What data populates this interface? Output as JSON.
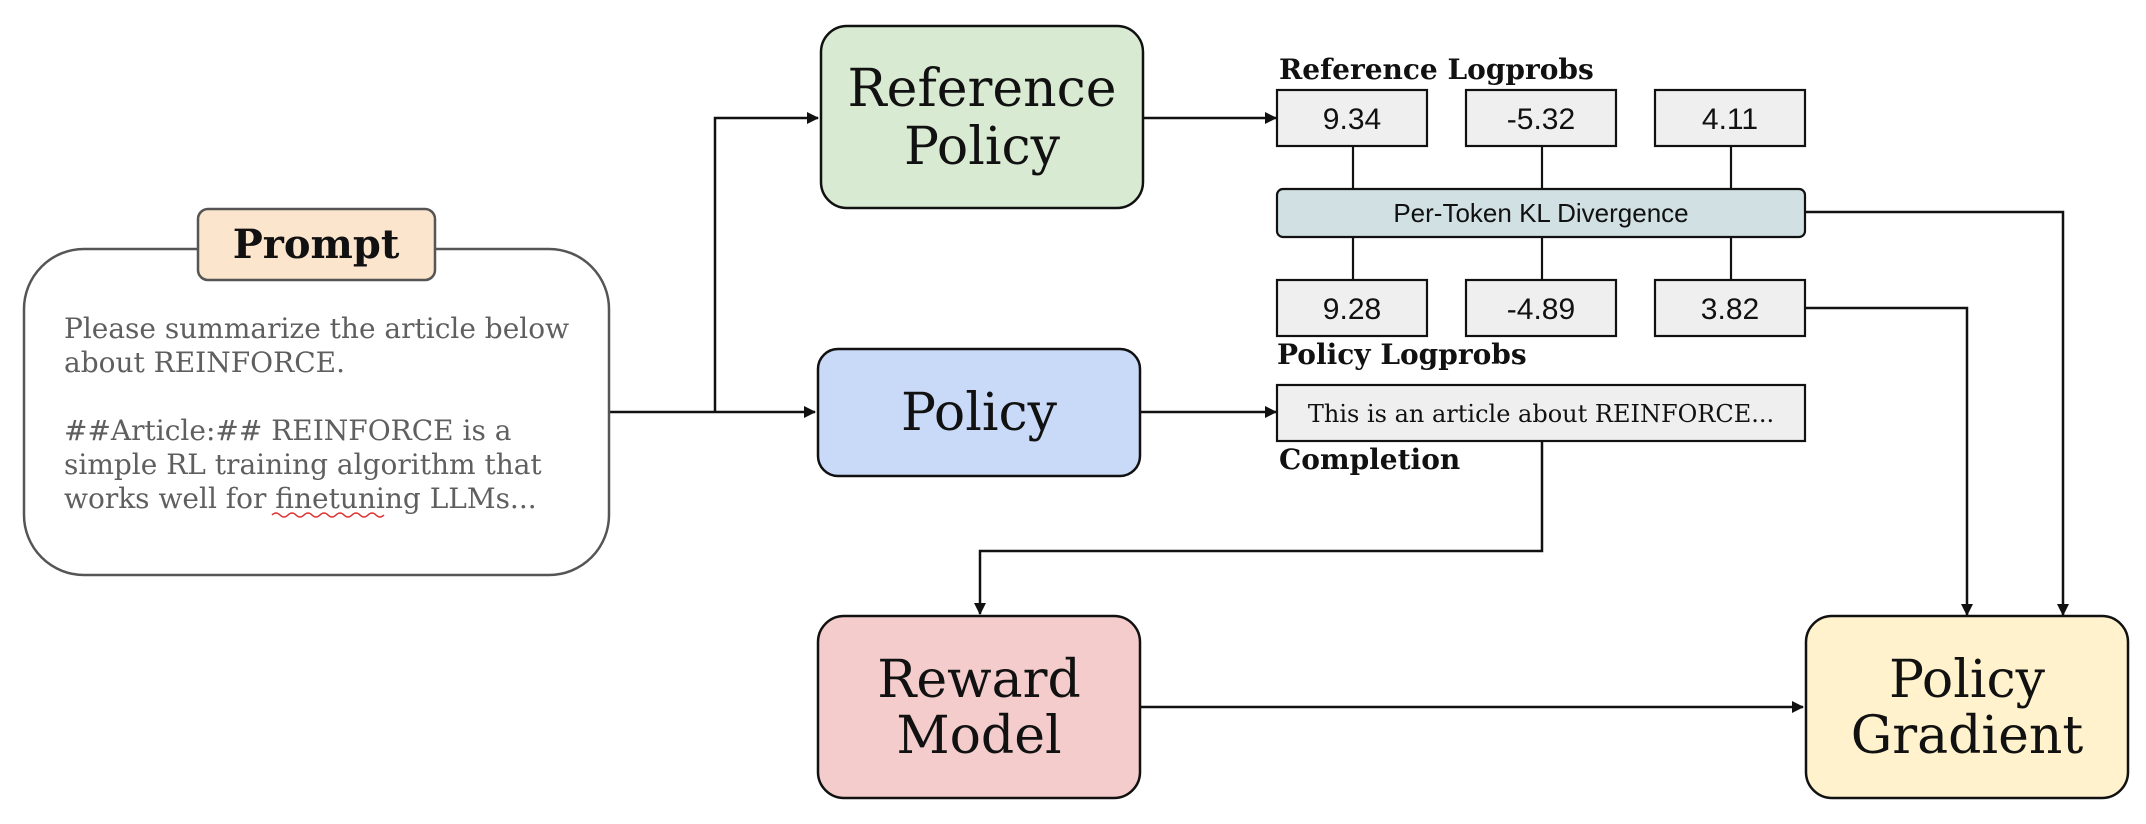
{
  "prompt": {
    "label": "Prompt",
    "lines": [
      "Please summarize the article below",
      "about REINFORCE.",
      "##Article:## REINFORCE is a",
      "simple RL training algorithm that",
      "works well for finetuning LLMs..."
    ]
  },
  "nodes": {
    "reference_policy": [
      "Reference",
      "Policy"
    ],
    "policy": "Policy",
    "reward_model": [
      "Reward",
      "Model"
    ],
    "policy_gradient": [
      "Policy",
      "Gradient"
    ]
  },
  "reference_logprobs": {
    "label": "Reference Logprobs",
    "values": [
      "9.34",
      "-5.32",
      "4.11"
    ]
  },
  "kl": {
    "label": "Per-Token KL Divergence"
  },
  "policy_logprobs": {
    "label": "Policy Logprobs",
    "values": [
      "9.28",
      "-4.89",
      "3.82"
    ]
  },
  "completion": {
    "text": "This is an article about REINFORCE...",
    "label": "Completion"
  },
  "colors": {
    "prompt_tag": "#fce5cd",
    "reference_policy": "#d9ead3",
    "policy": "#c9daf8",
    "reward_model": "#f4cccc",
    "policy_gradient": "#fff2cc",
    "kl_bar": "#d0e0e3",
    "value_box": "#efefef"
  }
}
